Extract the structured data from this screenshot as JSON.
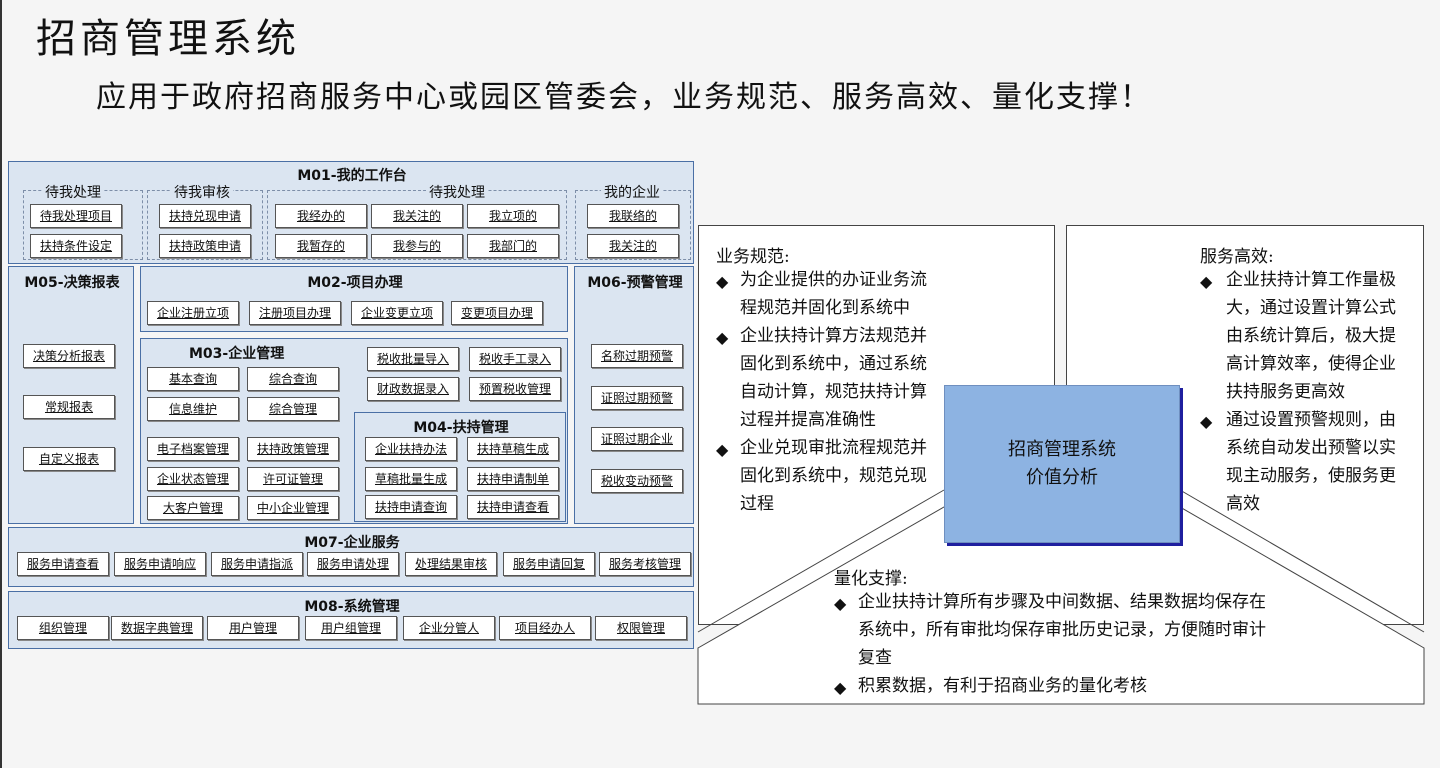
{
  "header": {
    "title": "招商管理系统",
    "subtitle": "应用于政府招商服务中心或园区管委会，业务规范、服务高效、量化支撑！"
  },
  "modules": {
    "m01": {
      "title": "M01-我的工作台",
      "groups": [
        {
          "label": "待我处理",
          "items": [
            "待我处理项目",
            "扶持条件设定"
          ]
        },
        {
          "label": "待我审核",
          "items": [
            "扶持兑现申请",
            "扶持政策申请"
          ]
        },
        {
          "label": "待我处理",
          "items": [
            "我经办的",
            "我关注的",
            "我立项的",
            "我暂存的",
            "我参与的",
            "我部门的"
          ]
        },
        {
          "label": "我的企业",
          "items": [
            "我联络的",
            "我关注的"
          ]
        }
      ]
    },
    "m05": {
      "title": "M05-决策报表",
      "items": [
        "决策分析报表",
        "常规报表",
        "自定义报表"
      ]
    },
    "m02": {
      "title": "M02-项目办理",
      "items": [
        "企业注册立项",
        "注册项目办理",
        "企业变更立项",
        "变更项目办理"
      ]
    },
    "m03": {
      "title": "M03-企业管理",
      "items": [
        "基本查询",
        "综合查询",
        "信息维护",
        "综合管理",
        "电子档案管理",
        "扶持政策管理",
        "企业状态管理",
        "许可证管理",
        "大客户管理",
        "中小企业管理"
      ],
      "tax_items": [
        "税收批量导入",
        "税收手工录入",
        "财政数据录入",
        "预置税收管理"
      ]
    },
    "m04": {
      "title": "M04-扶持管理",
      "items": [
        "企业扶持办法",
        "扶持草稿生成",
        "草稿批量生成",
        "扶持申请制单",
        "扶持申请查询",
        "扶持申请查看"
      ]
    },
    "m06": {
      "title": "M06-预警管理",
      "items": [
        "名称过期预警",
        "证照过期预警",
        "证照过期企业",
        "税收变动预警"
      ]
    },
    "m07": {
      "title": "M07-企业服务",
      "items": [
        "服务申请查看",
        "服务申请响应",
        "服务申请指派",
        "服务申请处理",
        "处理结果审核",
        "服务申请回复",
        "服务考核管理"
      ]
    },
    "m08": {
      "title": "M08-系统管理",
      "items": [
        "组织管理",
        "数据字典管理",
        "用户管理",
        "用户组管理",
        "企业分管人",
        "项目经办人",
        "权限管理"
      ]
    }
  },
  "value": {
    "center": {
      "line1": "招商管理系统",
      "line2": "价值分析"
    },
    "standard": {
      "title": "业务规范:",
      "bullets": [
        {
          "l1": "为企业提供的办证业务流",
          "l2": "程规范并固化到系统中",
          "l3": ""
        },
        {
          "l1": "企业扶持计算方法规范并",
          "l2": "固化到系统中，通过系统",
          "l3": "自动计算，规范扶持计算",
          "l4": "过程并提高准确性"
        },
        {
          "l1": "企业兑现审批流程规范并",
          "l2": "固化到系统中，规范兑现",
          "l3": "过程"
        }
      ]
    },
    "efficient": {
      "title": "服务高效:",
      "bullets": [
        {
          "l1": "企业扶持计算工作量极",
          "l2": "大，通过设置计算公式",
          "l3": "由系统计算后，极大提",
          "l4": "高计算效率，使得企业",
          "l5": "扶持服务更高效"
        },
        {
          "l1": "通过设置预警规则，由",
          "l2": "系统自动发出预警以实",
          "l3": "现主动服务，使服务更",
          "l4": "高效"
        }
      ]
    },
    "quantify": {
      "title": "量化支撑:",
      "bullets": [
        {
          "l1": "企业扶持计算所有步骤及中间数据、结果数据均保存在",
          "l2": "系统中，所有审批均保存审批历史记录，方便随时审计",
          "l3": "复查"
        },
        {
          "l1": "积累数据，有利于招商业务的量化考核"
        }
      ]
    },
    "bullet_symbol": "◆"
  }
}
